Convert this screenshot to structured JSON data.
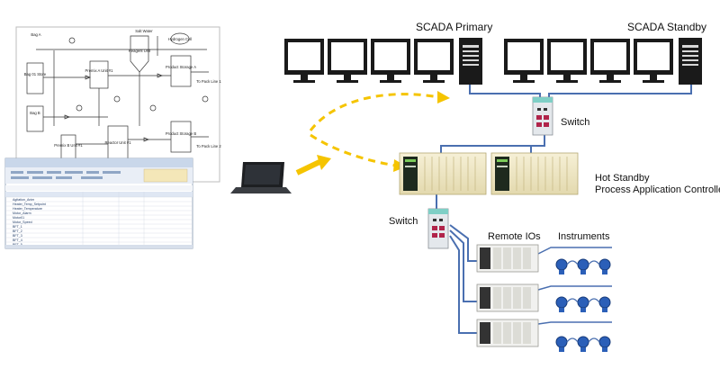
{
  "labels": {
    "scada_primary": "SCADA Primary",
    "scada_standby": "SCADA Standby",
    "switch_top": "Switch",
    "switch_left": "Switch",
    "controllers_line1": "Hot Standby",
    "controllers_line2": "Process Application Controllers",
    "remote_ios": "Remote IOs",
    "instruments": "Instruments"
  },
  "pid_sheet": {
    "tags": [
      "Bag A",
      "Bag B",
      "Bag 01 Store",
      "Premix A Unit #1",
      "Product Storage A",
      "Reactor Unit #1",
      "Product Storage B",
      "Premix B Unit #1",
      "To Pack Line 1",
      "To Pack Line 2",
      "Salt Water",
      "Hydrogen Cell",
      "Reagent Unit"
    ]
  },
  "spreadsheet": {
    "rows": [
      "Agitation_Anim",
      "Heater_Temp_Setpoint",
      "Heater_Temperature",
      "Motor_Alarm",
      "Motor01",
      "Motor_Speed",
      "BFT_1",
      "BFT_2",
      "BFT_3",
      "BFT_4",
      "BFT_5"
    ]
  },
  "colors": {
    "network_cable": "#4a6fb0",
    "flow_arrow": "#f5c400",
    "monitor_frame": "#1a1a1a",
    "controller_body": "#efe6c4",
    "instrument_blue": "#2b5fb8"
  }
}
